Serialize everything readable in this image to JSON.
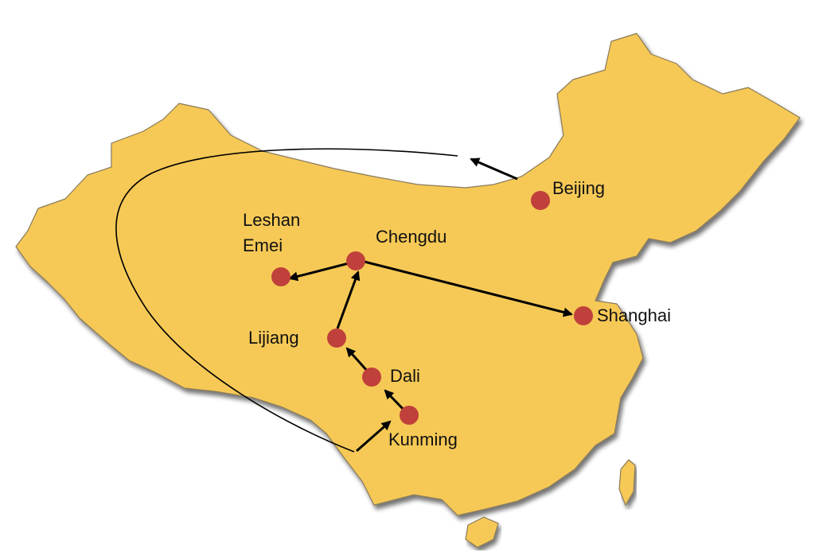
{
  "map": {
    "colors": {
      "land": "#f6c957",
      "land_edge": "#8a7a5a",
      "shadow": "#9a9a9a",
      "city_marker": "#c0403b",
      "route": "#000000"
    },
    "cities": {
      "beijing": "Beijing",
      "leshan_emei_line1": "Leshan",
      "leshan_emei_line2": "Emei",
      "chengdu": "Chengdu",
      "shanghai": "Shanghai",
      "lijiang": "Lijiang",
      "dali": "Dali",
      "kunming": "Kunming"
    },
    "route_order": [
      "Kunming",
      "Dali",
      "Lijiang",
      "Chengdu",
      "Leshan Emei",
      "Shanghai",
      "Beijing",
      "Kunming"
    ]
  }
}
